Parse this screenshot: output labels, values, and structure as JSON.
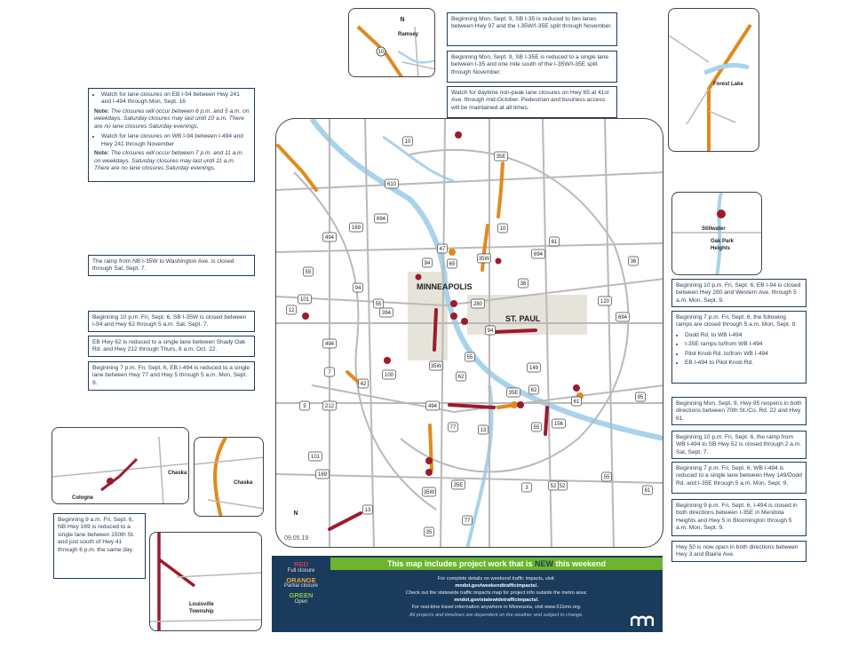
{
  "boxes": {
    "i35_lanes": "Beginning Mon, Sept. 9, SB I-35 is reduced to two lanes between Hwy 97 and the I-35W/I-35E split through November.",
    "i35w_lane": "Beginning Mon, Sept. 9, SB I-35E is reduced to a single lane between I-35 and one mile south of the I-35W/I-35E split through November.",
    "hwy65": "Watch for daytime non-peak lane closures on Hwy 65 at 41st Ave. through mid-October. Pedestrian and business access will be maintained at all times.",
    "i94_watch_1": "Watch for lane closures on EB I-94 between Hwy 241 and I-494 through Mon, Sept. 16",
    "i94_note_1_label": "Note:",
    "i94_note_1": "The closures will occur between 6 p.m. and 5 a.m. on weekdays. Saturday closures may last until 10 a.m. There are no lane closures Saturday evenings.",
    "i94_watch_2": "Watch for lane closures on WB I-94 between I-494 and Hwy 241 through November",
    "i94_note_2_label": "Note:",
    "i94_note_2": "The closures will occur between 7 p.m. and 11 a.m. on weekdays. Saturday closures may last until 11 a.m. There are no lane closures Saturday evenings.",
    "nb35w_ramp": "The ramp from NB I-35W to Washington Ave. is closed through Sat, Sept. 7.",
    "sb35w_closed": "Beginning 10 p.m. Fri, Sept. 6, SB I-35W is closed between I-94 and Hwy 62 through 5 a.m. Sat, Sept. 7.",
    "hwy62_single": "EB Hwy 62 is reduced to a single lane between Shady Oak Rd. and Hwy 212 through Thurs, 6 a.m. Oct. 22.",
    "i494_single": "Beginning 7 p.m. Fri, Sept. 6, EB I-494 is reduced to a single lane between Hwy 77 and Hwy 5 through 5 a.m. Mon, Sept. 9.",
    "eb94_closed": "Beginning 10 p.m. Fri, Sept. 6, EB I-94 is closed between Hwy 280 and Western Ave. through 5 a.m. Mon, Sept. 9.",
    "ramps_intro": "Beginning 7 p.m. Fri, Sept. 6, the following ramps are closed through 5 a.m. Mon, Sept. 9:",
    "ramps": [
      "Dodd Rd. to WB I-494",
      "I-35E ramps to/from WB I-494",
      "Pilot Knob Rd. to/from WB I-494",
      "EB I-494 to Pilot Knob Rd."
    ],
    "hwy95": "Beginning Mon, Sept. 9, Hwy 95 reopens in both directions between 70th St./Co. Rd. 22 and Hwy 61.",
    "wb494_ramp": "Beginning 10 p.m. Fri, Sept. 6, the ramp from WB I-494 to SB Hwy 52 is closed through 2 a.m. Sat, Sept. 7.",
    "wb494_single": "Beginning 7 p.m. Fri, Sept. 6, WB I-494 is reduced to a single lane between Hwy 149/Dodd Rd. and I-35E through 5 a.m. Mon, Sept. 9.",
    "i494_closed": "Beginning 9 p.m. Fri, Sept. 6, I-494 is closed in both directions between I-35E in Mendota Heights and Hwy 5 in Bloomington through 5 a.m. Mon, Sept. 9.",
    "hwy50": "Hwy 50 is now open in both directions between Hwy 3 and Blaine Ave.",
    "hwy169": "Beginning 9 a.m. Fri, Sept. 6, NB Hwy 169 is reduced to a single lane between 150th St. and just south of Hwy 41 through 6 p.m. the same day."
  },
  "map_labels": {
    "minneapolis": "MINNEAPOLIS",
    "st_paul": "ST. PAUL",
    "ramsey": "Ramsey",
    "forest_lake": "Forest Lake",
    "stillwater": "Stillwater",
    "oak_park": "Oak Park",
    "heights": "Heights",
    "chaska": "Chaska",
    "cologne": "Cologne",
    "louisville": "Louisville",
    "township": "Township",
    "north": "N",
    "date": "09.05.19"
  },
  "shields": {
    "main": [
      {
        "id": "10a",
        "t": "10"
      },
      {
        "id": "35e",
        "t": "35E"
      },
      {
        "id": "610",
        "t": "610"
      },
      {
        "id": "694a",
        "t": "694"
      },
      {
        "id": "10b",
        "t": "10"
      },
      {
        "id": "47",
        "t": "47"
      },
      {
        "id": "65",
        "t": "65"
      },
      {
        "id": "35w",
        "t": "35W"
      },
      {
        "id": "61",
        "t": "61"
      },
      {
        "id": "694b",
        "t": "694"
      },
      {
        "id": "94a",
        "t": "94"
      },
      {
        "id": "494a",
        "t": "494"
      },
      {
        "id": "169",
        "t": "169"
      },
      {
        "id": "55a",
        "t": "55"
      },
      {
        "id": "94b",
        "t": "94"
      },
      {
        "id": "36",
        "t": "36"
      },
      {
        "id": "101",
        "t": "101"
      },
      {
        "id": "12",
        "t": "12"
      },
      {
        "id": "280",
        "t": "280"
      },
      {
        "id": "36b",
        "t": "36"
      },
      {
        "id": "120",
        "t": "120"
      },
      {
        "id": "694c",
        "t": "694"
      },
      {
        "id": "55b",
        "t": "55"
      },
      {
        "id": "394",
        "t": "394"
      },
      {
        "id": "94c",
        "t": "94"
      },
      {
        "id": "35w2",
        "t": "35W"
      },
      {
        "id": "55c",
        "t": "55"
      },
      {
        "id": "62",
        "t": "62"
      },
      {
        "id": "149",
        "t": "149"
      },
      {
        "id": "494b",
        "t": "494"
      },
      {
        "id": "100",
        "t": "100"
      },
      {
        "id": "62b",
        "t": "62"
      },
      {
        "id": "7",
        "t": "7"
      },
      {
        "id": "212",
        "t": "212"
      },
      {
        "id": "494c",
        "t": "494"
      },
      {
        "id": "5",
        "t": "5"
      },
      {
        "id": "77",
        "t": "77"
      },
      {
        "id": "13",
        "t": "13"
      },
      {
        "id": "55d",
        "t": "55"
      },
      {
        "id": "156",
        "t": "156"
      },
      {
        "id": "61b",
        "t": "61"
      },
      {
        "id": "52",
        "t": "52"
      },
      {
        "id": "95",
        "t": "95"
      },
      {
        "id": "101b",
        "t": "101"
      },
      {
        "id": "169b",
        "t": "169"
      },
      {
        "id": "35w3",
        "t": "35W"
      },
      {
        "id": "35e2",
        "t": "35E"
      },
      {
        "id": "55e",
        "t": "55"
      },
      {
        "id": "3",
        "t": "3"
      },
      {
        "id": "77b",
        "t": "77"
      },
      {
        "id": "13b",
        "t": "13"
      },
      {
        "id": "35",
        "t": "35"
      },
      {
        "id": "61c",
        "t": "61"
      },
      {
        "id": "52b",
        "t": "52"
      },
      {
        "id": "42",
        "t": "42"
      },
      {
        "id": "350",
        "t": "35E"
      }
    ]
  },
  "legend": {
    "red_label": "RED",
    "red_sub": "Full closure",
    "orange_label": "ORANGE",
    "orange_sub": "Partial closure",
    "green_label": "GREEN",
    "green_sub": "Open",
    "banner_pre": "This map includes project work that is ",
    "banner_new": "NEW",
    "banner_post": " this weekend",
    "line1": "For complete details on weekend traffic impacts, visit:",
    "link1": "mndot.gov/weekendtrafficimpacts/.",
    "line2": "Check out the statewide traffic impacts map for project info outside the metro area:",
    "link2": "mndot.gov/statewidetrafficimpacts/.",
    "line3": "For real-time travel information anywhere in Minnesota, visit www.511mn.org.",
    "disclaimer": "All projects and timelines are dependent on the weather and subject to change."
  },
  "colors": {
    "red": "#9c1b2e",
    "orange": "#e08a1e",
    "green": "#77b82a",
    "navy": "#1b3b5c",
    "water": "#a9d2ec",
    "road": "#b9b9b9",
    "city": "#e6e4da"
  }
}
